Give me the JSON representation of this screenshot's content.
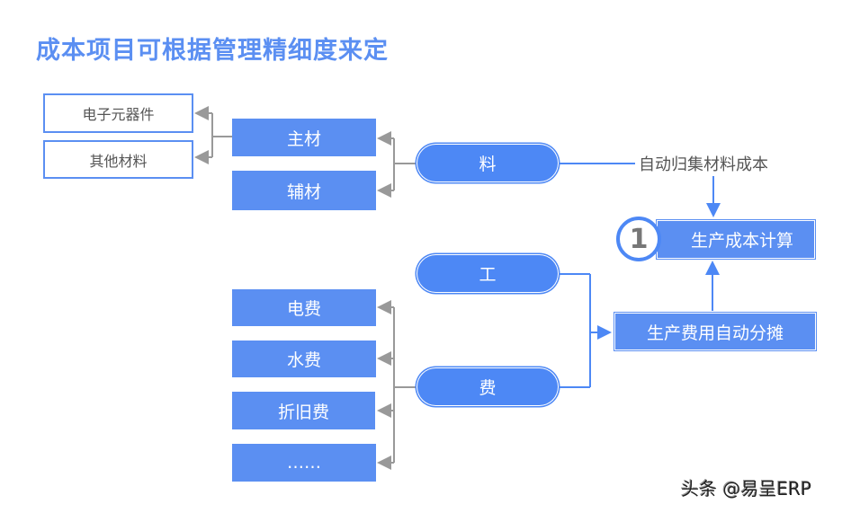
{
  "title": "成本项目可根据管理精细度来定",
  "material": {
    "root": "料",
    "children": [
      {
        "label": "主材",
        "children": [
          "电子元器件",
          "其他材料"
        ]
      },
      {
        "label": "辅材",
        "children": []
      }
    ],
    "note": "自动归集材料成本"
  },
  "labor": {
    "root": "工"
  },
  "expense": {
    "root": "费",
    "children": [
      "电费",
      "水费",
      "折旧费",
      "……"
    ]
  },
  "allocation": {
    "label": "生产费用自动分摊"
  },
  "result": {
    "badge": "1",
    "label": "生产成本计算"
  },
  "watermark": "头条 @易呈ERP",
  "colors": {
    "accent": "#4d88f5",
    "box_fill": "#5b8ff2",
    "connector_gray": "#999999",
    "title": "#5b8ff2"
  }
}
